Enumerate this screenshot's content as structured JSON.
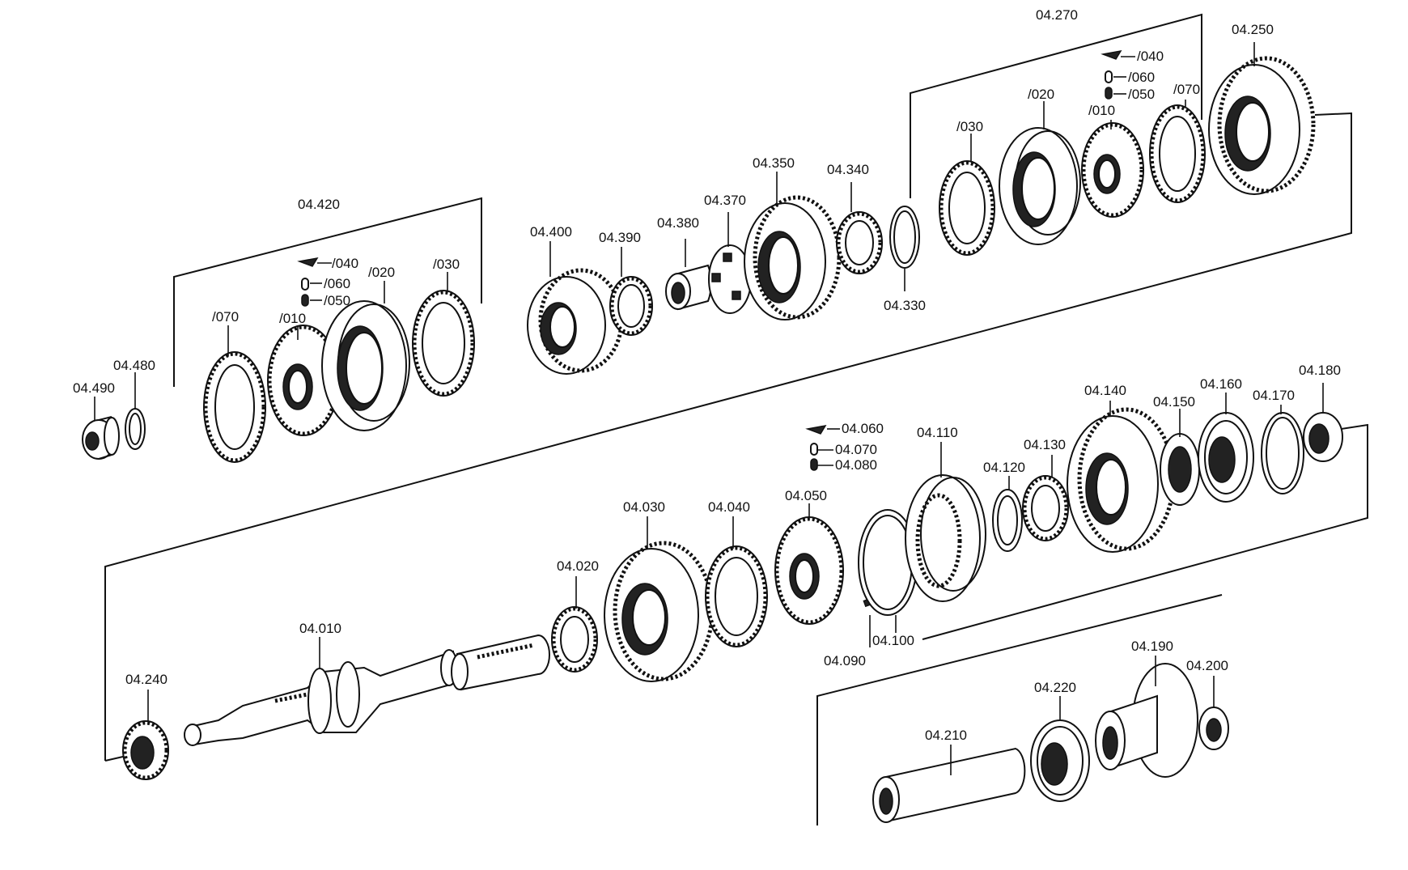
{
  "diagram": {
    "colors": {
      "ink": "#111111",
      "background": "#ffffff"
    },
    "labels": {
      "p04_010": "04.010",
      "p04_020": "04.020",
      "p04_030": "04.030",
      "p04_040": "04.040",
      "p04_050": "04.050",
      "p04_060": "04.060",
      "p04_070": "04.070",
      "p04_080": "04.080",
      "p04_090": "04.090",
      "p04_100": "04.100",
      "p04_110": "04.110",
      "p04_120": "04.120",
      "p04_130": "04.130",
      "p04_140": "04.140",
      "p04_150": "04.150",
      "p04_160": "04.160",
      "p04_170": "04.170",
      "p04_180": "04.180",
      "p04_190": "04.190",
      "p04_200": "04.200",
      "p04_210": "04.210",
      "p04_220": "04.220",
      "p04_240": "04.240",
      "p04_250": "04.250",
      "p04_270": "04.270",
      "p04_330": "04.330",
      "p04_340": "04.340",
      "p04_350": "04.350",
      "p04_370": "04.370",
      "p04_380": "04.380",
      "p04_390": "04.390",
      "p04_400": "04.400",
      "p04_420": "04.420",
      "p04_480": "04.480",
      "p04_490": "04.490"
    },
    "sub_420": {
      "s010": "/010",
      "s020": "/020",
      "s030": "/030",
      "s040": "/040",
      "s050": "/050",
      "s060": "/060",
      "s070": "/070"
    },
    "sub_270": {
      "s010": "/010",
      "s020": "/020",
      "s030": "/030",
      "s040": "/040",
      "s050": "/050",
      "s060": "/060",
      "s070": "/070"
    }
  }
}
